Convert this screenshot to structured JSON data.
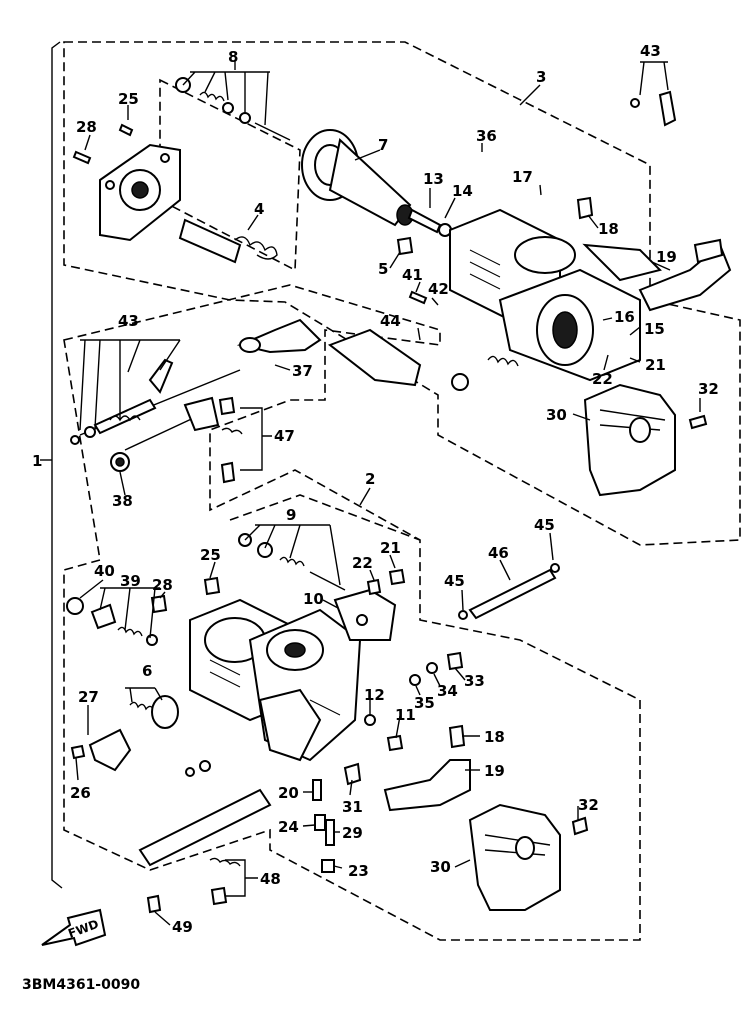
{
  "diagram": {
    "callouts": [
      "1",
      "2",
      "3",
      "4",
      "5",
      "6",
      "7",
      "8",
      "9",
      "10",
      "11",
      "12",
      "13",
      "14",
      "15",
      "16",
      "17",
      "18",
      "19",
      "20",
      "21",
      "22",
      "23",
      "24",
      "25",
      "26",
      "27",
      "28",
      "29",
      "30",
      "31",
      "32",
      "33",
      "34",
      "35",
      "36",
      "37",
      "38",
      "39",
      "40",
      "41",
      "42",
      "43",
      "44",
      "45",
      "46",
      "47",
      "48",
      "49"
    ],
    "fwd_label": "FWD",
    "drawing_code": "3BM4361-0090"
  }
}
